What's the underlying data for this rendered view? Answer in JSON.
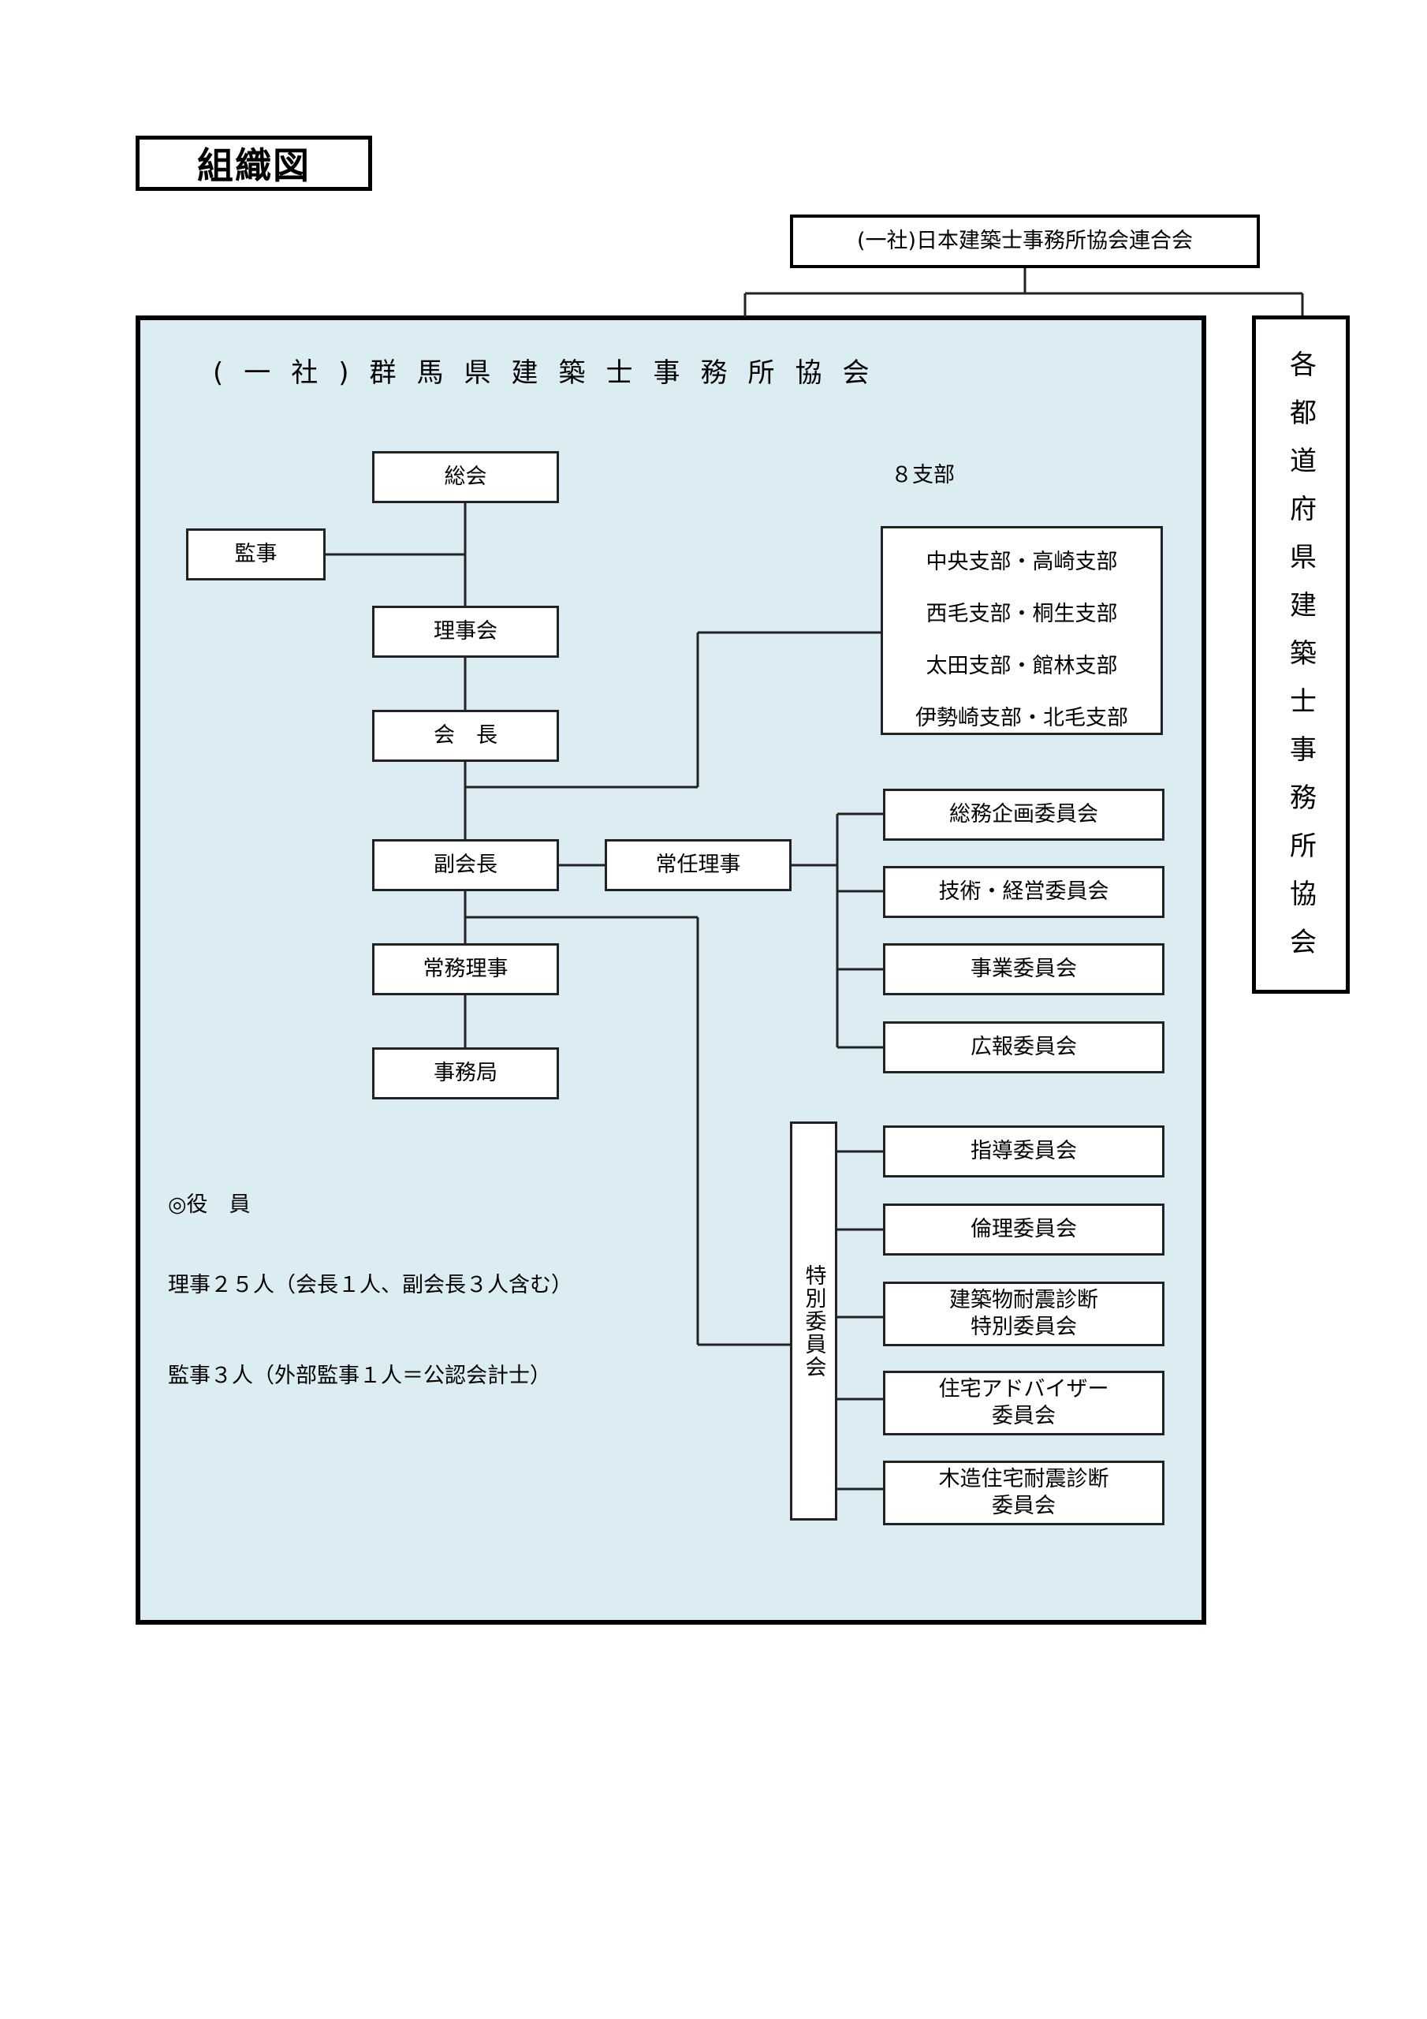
{
  "page_title": "組織図",
  "federation": "(一社)日本建築士事務所協会連合会",
  "association_name": "(一社)群馬県建築士事務所協会",
  "prefecture_associations": "各都道府県建築士事務所協会",
  "general_meeting": "総会",
  "auditor": "監事",
  "board": "理事会",
  "president": "会　長",
  "vice_president": "副会長",
  "standing_director": "常任理事",
  "executive_director": "常務理事",
  "secretariat": "事務局",
  "branches": {
    "label": "８支部",
    "rows": [
      "中央支部・高崎支部",
      "西毛支部・桐生支部",
      "太田支部・館林支部",
      "伊勢崎支部・北毛支部"
    ]
  },
  "standing_committees": [
    "総務企画委員会",
    "技術・経営委員会",
    "事業委員会",
    "広報委員会"
  ],
  "special_committee_group": "特別委員会",
  "special_committees": [
    "指導委員会",
    "倫理委員会",
    "建築物耐震診断\n特別委員会",
    "住宅アドバイザー\n委員会",
    "木造住宅耐震診断\n委員会"
  ],
  "officers": {
    "heading": "◎役　員",
    "directors": "理事２５人（会長１人、副会長３人含む）",
    "auditors": "監事３人（外部監事１人＝公認会計士）"
  }
}
